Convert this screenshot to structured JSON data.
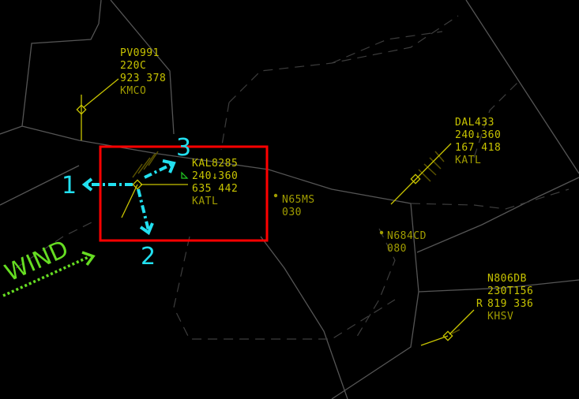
{
  "colors": {
    "datablock": "#c8c400",
    "boundary": "#555555",
    "highlight_box": "#ff0000",
    "annotation": "#22e0f0",
    "wind": "#66dd22"
  },
  "aircraft": [
    {
      "callsign": "PV0991",
      "line2": "220C",
      "line3": "923 378",
      "dest": "KMCO"
    },
    {
      "callsign": "KAL8285",
      "line2": "240↓360",
      "line3": "635 442",
      "dest": "KATL"
    },
    {
      "callsign": "DAL433",
      "line2": "240↓360",
      "line3": "167 418",
      "dest": "KATL"
    },
    {
      "callsign": "N65MS",
      "line2": "030"
    },
    {
      "callsign": "N684CD",
      "line2": "080"
    },
    {
      "callsign": "N806DB",
      "line2": "230T156",
      "line3_prefix": "R",
      "line3": "819 336",
      "dest": "KHSV"
    }
  ],
  "annotations": {
    "arrow1": "1",
    "arrow2": "2",
    "arrow3": "3",
    "wind_label": "WIND"
  }
}
